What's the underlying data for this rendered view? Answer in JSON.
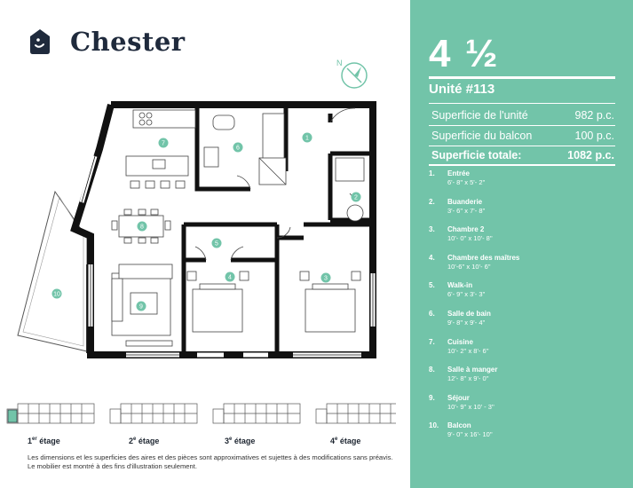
{
  "brand": {
    "name": "Chester"
  },
  "compass": {
    "label": "N"
  },
  "plan": {
    "room_markers": [
      "1",
      "2",
      "3",
      "4",
      "5",
      "6",
      "7",
      "8",
      "9",
      "10"
    ]
  },
  "floors": [
    {
      "num": "1",
      "sup": "er",
      "label": "étage"
    },
    {
      "num": "2",
      "sup": "e",
      "label": "étage"
    },
    {
      "num": "3",
      "sup": "e",
      "label": "étage"
    },
    {
      "num": "4",
      "sup": "e",
      "label": "étage"
    }
  ],
  "disclaimer": "Les dimensions et les superficies des aires et des pièces sont approximatives et sujettes à des modifications sans préavis. Le mobilier est montré à des fins d'illustration seulement.",
  "unit": {
    "type": "4 ½",
    "number": "Unité #113",
    "areas": [
      {
        "label": "Superficie de l'unité",
        "value": "982 p.c."
      },
      {
        "label": "Superficie du balcon",
        "value": "100 p.c."
      }
    ],
    "total": {
      "label": "Superficie totale:",
      "value": "1082 p.c."
    }
  },
  "rooms": [
    {
      "num": "1.",
      "name": "Entrée",
      "dim": "6'- 8'' x 5'- 2''"
    },
    {
      "num": "2.",
      "name": "Buanderie",
      "dim": "3'- 6'' x 7'- 8''"
    },
    {
      "num": "3.",
      "name": "Chambre 2",
      "dim": "10'- 0'' x 10'- 8''"
    },
    {
      "num": "4.",
      "name": "Chambre des maîtres",
      "dim": "10'-6'' x 10'- 6''"
    },
    {
      "num": "5.",
      "name": "Walk-in",
      "dim": "6'- 9'' x 3'- 3''"
    },
    {
      "num": "6.",
      "name": "Salle de bain",
      "dim": "9'- 8'' x 9'- 4''"
    },
    {
      "num": "7.",
      "name": "Cuisine",
      "dim": "10'- 2'' x 8'- 6''"
    },
    {
      "num": "8.",
      "name": "Salle à manger",
      "dim": "12'- 8'' x 9'- 0''"
    },
    {
      "num": "9.",
      "name": "Séjour",
      "dim": "10'- 9'' x 10' - 3''"
    },
    {
      "num": "10.",
      "name": "Balcon",
      "dim": "9'- 0'' x 16'- 10''"
    }
  ]
}
